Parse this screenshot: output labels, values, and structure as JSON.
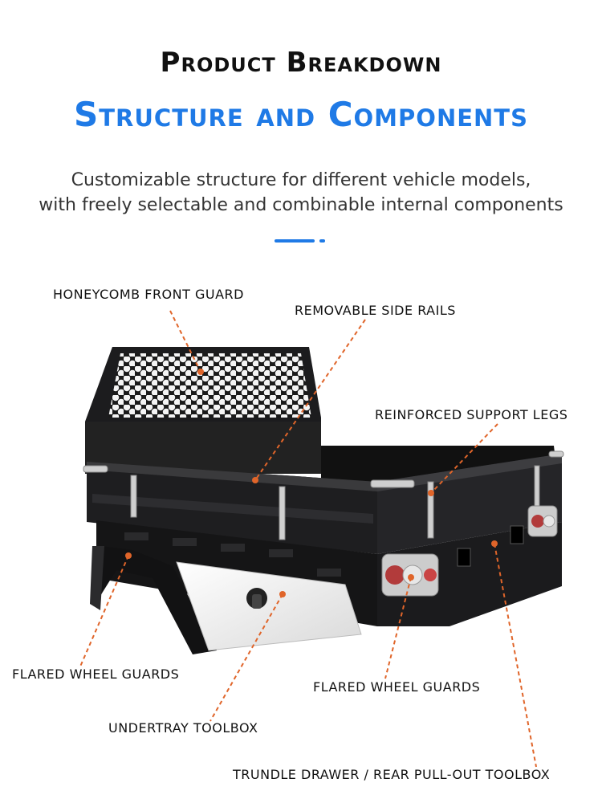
{
  "header": {
    "title": "Product Breakdown",
    "subtitle": "Structure and Components",
    "description_line1": "Customizable structure for different vehicle models,",
    "description_line2": "with freely selectable and combinable internal components"
  },
  "callouts": {
    "honeycomb_front_guard": "HONEYCOMB FRONT GUARD",
    "removable_side_rails": "REMOVABLE SIDE RAILS",
    "reinforced_support_legs": "REINFORCED SUPPORT LEGS",
    "flared_wheel_guards_left": "FLARED WHEEL GUARDS",
    "flared_wheel_guards_right": "FLARED WHEEL GUARDS",
    "undertray_toolbox": "UNDERTRAY TOOLBOX",
    "trundle_drawer": "TRUNDLE DRAWER / REAR PULL-OUT TOOLBOX"
  },
  "colors": {
    "accent": "#1f7ae6",
    "leader_line": "#e0652a",
    "tray_body": "#1c1c1e"
  }
}
